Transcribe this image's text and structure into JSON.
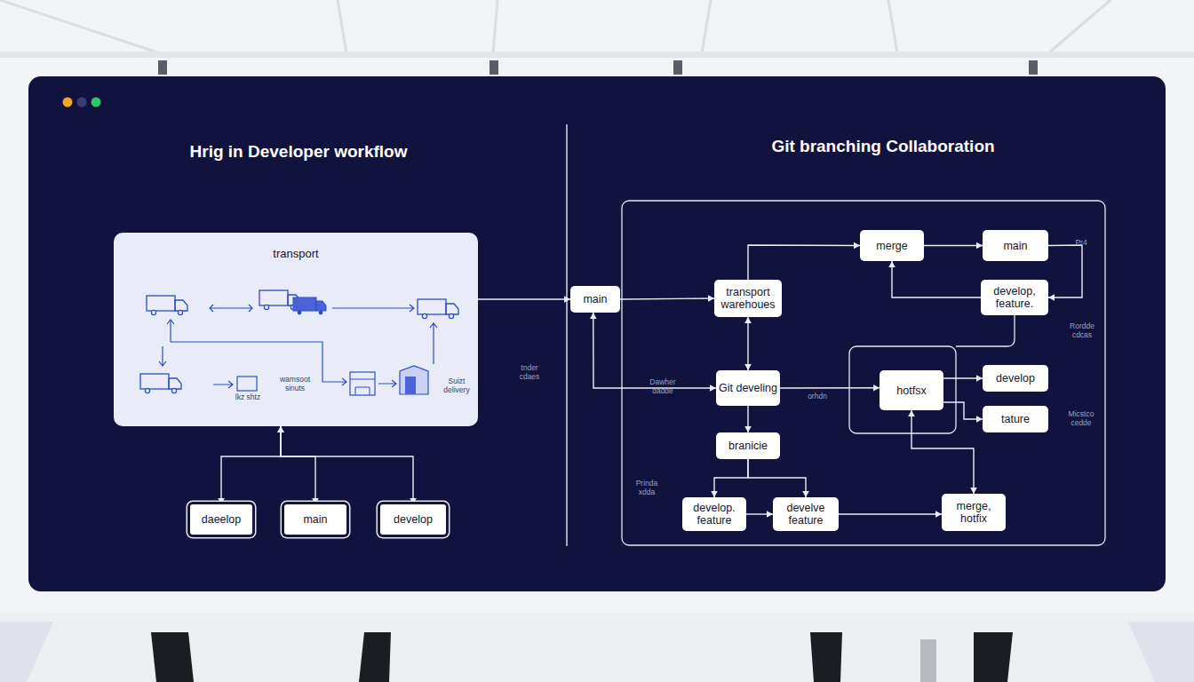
{
  "diagram": {
    "title": "Hrig in Developer workflow",
    "nodes": [
      {
        "text": [
          "transport"
        ]
      },
      {
        "text": [
          "daeelop"
        ]
      },
      {
        "text": [
          "main"
        ]
      },
      {
        "text": [
          "develop"
        ]
      },
      {
        "text": [
          "main"
        ]
      },
      {
        "text": [
          "transport warehoues"
        ]
      },
      {
        "text": [
          "merge"
        ]
      },
      {
        "text": [
          "main"
        ]
      },
      {
        "text": [
          "develop, feature."
        ]
      },
      {
        "text": [
          "Git develing"
        ]
      },
      {
        "text": [
          "hotfsx"
        ]
      },
      {
        "text": [
          "develop"
        ]
      },
      {
        "text": [
          "tature"
        ]
      },
      {
        "text": [
          "branicie"
        ]
      },
      {
        "text": [
          "develop. feature"
        ]
      },
      {
        "text": [
          "develve feature"
        ]
      },
      {
        "text": [
          "merge, hotfix"
        ]
      }
    ],
    "edges": [
      {
        "from": 1,
        "to": 0,
        "arrow": "both"
      },
      {
        "from": 2,
        "to": 0,
        "arrow": "both"
      },
      {
        "from": 3,
        "to": 0,
        "arrow": "both"
      },
      {
        "from": 0,
        "to": 4,
        "arrow": "to"
      },
      {
        "from": 4,
        "to": 5,
        "arrow": "to"
      },
      {
        "from": 5,
        "to": 6,
        "arrow": "to"
      },
      {
        "from": 6,
        "to": 7,
        "arrow": "to"
      },
      {
        "from": 7,
        "to": 8,
        "arrow": "to"
      },
      {
        "from": 8,
        "to": 6,
        "arrow": "to"
      },
      {
        "from": 5,
        "to": 9,
        "arrow": "both"
      },
      {
        "from": 9,
        "to": 13,
        "arrow": "to"
      },
      {
        "from": 4,
        "to": 9,
        "arrow": "both",
        "label": "Dawher dadde"
      },
      {
        "from": 9,
        "to": 10,
        "arrow": "to",
        "label": "orhdn"
      },
      {
        "from": 10,
        "to": 11,
        "arrow": "to"
      },
      {
        "from": 10,
        "to": 12,
        "arrow": "to"
      },
      {
        "from": 13,
        "to": 14,
        "arrow": "to"
      },
      {
        "from": 13,
        "to": 15,
        "arrow": "to"
      },
      {
        "from": 14,
        "to": 15,
        "arrow": "to"
      },
      {
        "from": 15,
        "to": 16,
        "arrow": "to"
      },
      {
        "from": 10,
        "to": 16,
        "arrow": "both"
      }
    ],
    "labels": [
      "Git branching Collaboration",
      "Pr4",
      "Rordde cdcas",
      "Micstco cedde",
      "tnder cdaes",
      "Prinda xdda",
      "wamsoot sinuts",
      "lkz shtz",
      "Suizt delivery"
    ]
  }
}
